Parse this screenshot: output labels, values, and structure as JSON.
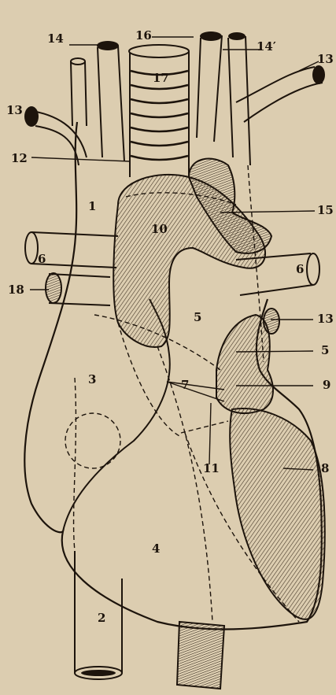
{
  "colors": {
    "paper": "#dccdb0",
    "ink": "#1d140c",
    "shade": "#8a7a68"
  },
  "labels": {
    "n1": "1",
    "n2": "2",
    "n3": "3",
    "n4": "4",
    "n5a": "5",
    "n5b": "5",
    "n6a": "6",
    "n6b": "6",
    "n7": "7",
    "n8": "8",
    "n9": "9",
    "n10": "10",
    "n11": "11",
    "n12": "12",
    "n13a": "13",
    "n13b": "13",
    "n13c": "13",
    "n14": "14",
    "n14p": "14′",
    "n15": "15",
    "n16": "16",
    "n17": "17",
    "n18": "18"
  }
}
